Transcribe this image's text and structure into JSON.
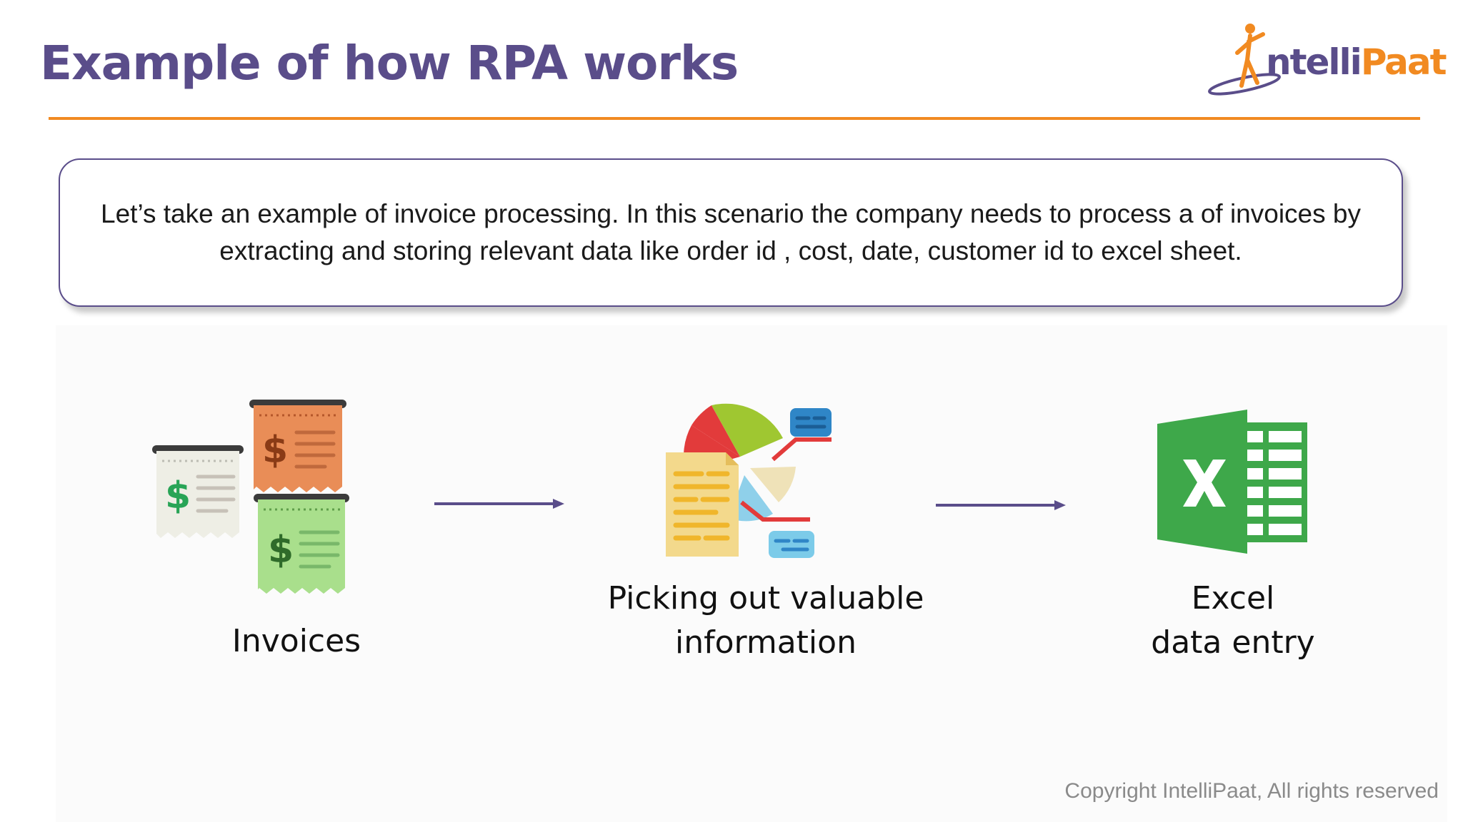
{
  "slide": {
    "title": "Example of how RPA works",
    "logo": {
      "part1": "ntelli",
      "part2": "Paat"
    },
    "description": "Let’s take an example of invoice processing. In this scenario the company needs to process a of invoices by extracting and storing relevant data like order id , cost, date, customer id to excel sheet.",
    "copyright": "Copyright IntelliPaat, All rights reserved"
  },
  "flow": {
    "steps": [
      {
        "label": "Invoices",
        "icon": "invoices-icon"
      },
      {
        "label": "Picking out valuable\ninformation",
        "icon": "data-extraction-icon"
      },
      {
        "label": "Excel\ndata entry",
        "icon": "excel-icon"
      }
    ],
    "connector": "arrow-right"
  },
  "colors": {
    "title": "#5a4d8a",
    "accent": "#f18a21",
    "callout_border": "#5a4d8a",
    "arrow": "#5a4d8a",
    "excel_green": "#3ea84a",
    "invoice_orange": "#e98d57",
    "invoice_green": "#a9df8c",
    "invoice_cream": "#eeeee5"
  }
}
